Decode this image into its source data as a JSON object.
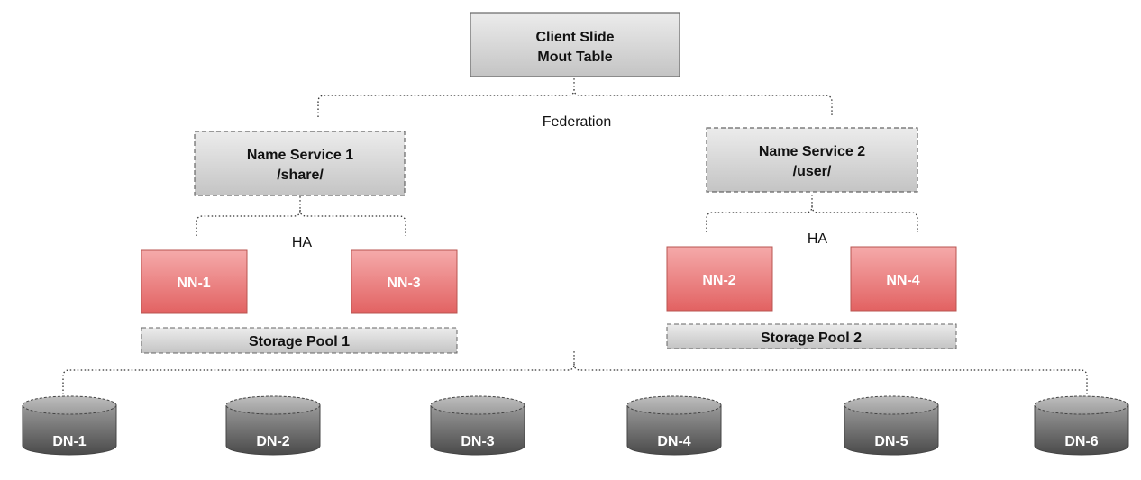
{
  "client": {
    "line1": "Client Slide",
    "line2": "Mout Table"
  },
  "federation_label": "Federation",
  "name_services": [
    {
      "line1": "Name Service 1",
      "line2": "/share/",
      "ha_label": "HA",
      "namenodes": [
        "NN-1",
        "NN-3"
      ],
      "pool_label": "Storage Pool 1"
    },
    {
      "line1": "Name Service 2",
      "line2": "/user/",
      "ha_label": "HA",
      "namenodes": [
        "NN-2",
        "NN-4"
      ],
      "pool_label": "Storage Pool 2"
    }
  ],
  "datanodes": [
    "DN-1",
    "DN-2",
    "DN-3",
    "DN-4",
    "DN-5",
    "DN-6"
  ],
  "colors": {
    "gray_box_top": "#ececec",
    "gray_box_bottom": "#c9c9c9",
    "nn_top": "#f4a6a6",
    "nn_bottom": "#e36464",
    "nn_border": "#b85450",
    "dn_body": "#5b5b5b",
    "dn_top": "#aaaaaa"
  }
}
